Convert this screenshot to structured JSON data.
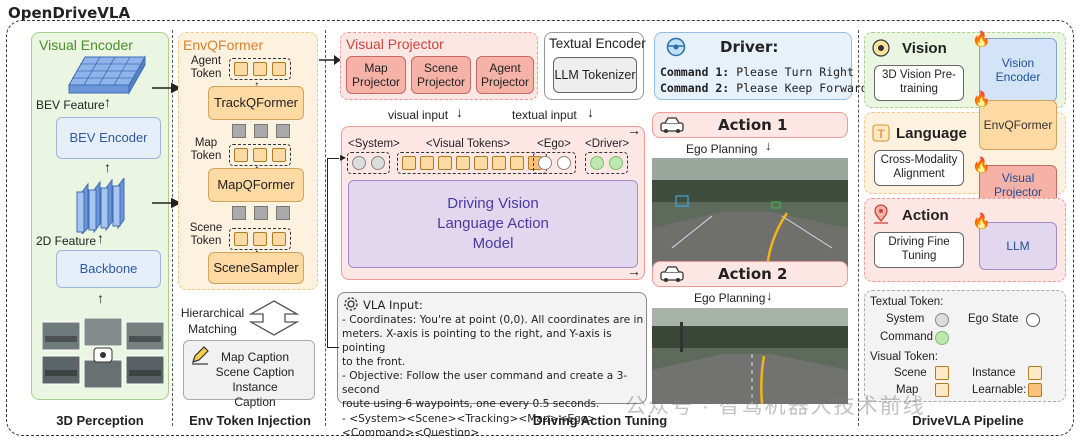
{
  "title": "OpenDriveVLA",
  "perception": {
    "header": "Visual Encoder",
    "bev_feature": "BEV Feature",
    "bev_encoder": "BEV Encoder",
    "feature_2d": "2D Feature",
    "backbone": "Backbone",
    "footer": "3D Perception"
  },
  "env": {
    "header": "EnvQFormer",
    "agent_token": "Agent Token",
    "track_qformer": "TrackQFormer",
    "map_token": "Map Token",
    "map_qformer": "MapQFormer",
    "scene_token": "Scene Token",
    "scene_sampler": "SceneSampler",
    "hier_matching": "Hierarchical Matching",
    "caption_lines": [
      "Map Caption",
      "Scene Caption",
      "Instance Caption"
    ],
    "footer": "Env Token Injection"
  },
  "tuning": {
    "visual_projector_header": "Visual Projector",
    "projectors": [
      "Map Projector",
      "Scene Projector",
      "Agent Projector"
    ],
    "textual_encoder_header": "Textual Encoder",
    "llm_tokenizer": "LLM Tokenizer",
    "driver_title": "Driver:",
    "commands": [
      {
        "label": "Command 1:",
        "text": "Please Turn Right"
      },
      {
        "label": "Command 2:",
        "text": "Please Keep Forward"
      }
    ],
    "visual_input": "visual input",
    "textual_input": "textual input",
    "token_labels": {
      "system": "<System>",
      "visual": "<Visual Tokens>",
      "ego": "<Ego>",
      "driver": "<Driver>"
    },
    "vla_model": "Driving Vision Language Action Model",
    "action1": "Action 1",
    "action2": "Action 2",
    "ego_planning": "Ego Planning",
    "vla_input_title": "VLA Input:",
    "vla_input_lines": [
      "- Coordinates: You're at point (0,0). All coordinates are in",
      "meters. X-axis is pointing to the right, and Y-axis is pointing",
      "to the front.",
      "- Objective: Follow the user command and create a 3-second",
      "route using 6 waypoints, one every 0.5 seconds.",
      "- <System><Scene><Tracking><Map><Ego><Command><Question>"
    ],
    "footer": "Driving Action Tuning"
  },
  "pipeline": {
    "vision": {
      "title": "Vision",
      "left": "3D Vision Pre-training",
      "right": "Vision Encoder"
    },
    "language": {
      "title": "Language",
      "left": "Cross-Modality Alignment",
      "right": "Visual Projector"
    },
    "action": {
      "title": "Action",
      "left": "Driving Fine Tuning",
      "right": "LLM"
    },
    "legend": {
      "textual_token": "Textual Token:",
      "system": "System",
      "ego_state": "Ego State",
      "command": "Command",
      "visual_token": "Visual Token:",
      "scene": "Scene",
      "instance": "Instance",
      "map": "Map",
      "learnable": "Learnable:"
    },
    "footer": "DriveVLA Pipeline"
  },
  "watermark": "公众号 · 智驾机器人技术前线",
  "colors": {
    "green_panel": "#eaf5e2",
    "orange_panel": "#fdf1e0",
    "pink_panel": "#fde7e5",
    "blue_panel": "#e6f1fa",
    "purple_model": "#e3d7f0",
    "token_orange": "#fdd9a3"
  }
}
